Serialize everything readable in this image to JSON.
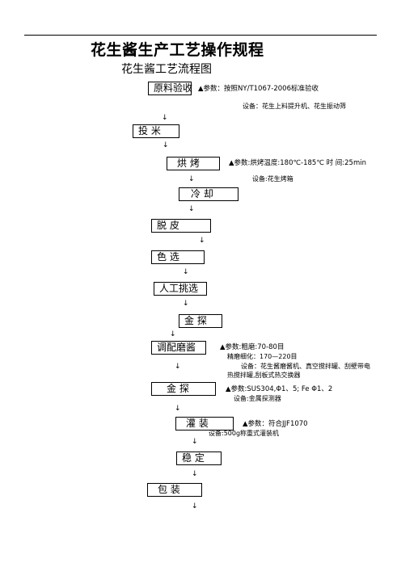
{
  "header": {
    "title": "花生酱生产工艺操作规程",
    "subtitle": "花生酱工艺流程图"
  },
  "arrow_glyph": "↓",
  "steps": {
    "s1": "原料验收",
    "s2": "投 米",
    "s3": "烘   烤",
    "s4": "冷 却",
    "s5": "脱  皮",
    "s6": "色  选",
    "s7": "人工挑选",
    "s8": "金  探",
    "s9": "调配磨酱",
    "s10": "金  探",
    "s11": "灌  装",
    "s12": "稳  定",
    "s13": "包  装"
  },
  "notes": {
    "n1a": "▲参数：按照NY/T1067-2006标准验收",
    "n1b": "设备：花生上料提升机、花生振动筛",
    "n3a": "▲参数:烘烤温度:180℃-185℃ 时 间:25min",
    "n3b": "设备:花生烤箱",
    "n9a": "▲参数:粗磨:70-80目",
    "n9b": "精磨细化：170—220目",
    "n9c": "设备：花生酱磨酱机、真空搅拌罐、刮壁带电",
    "n9d": "热搅拌罐,刮板式热交换器",
    "n10a": "▲参数:SUS304,Φ1、5;  Fe    Φ1、2",
    "n10b": "设备:金属探测器",
    "n11a": "▲参数：符合JJF1070",
    "n11b": "设备:500g称重式灌装机"
  }
}
